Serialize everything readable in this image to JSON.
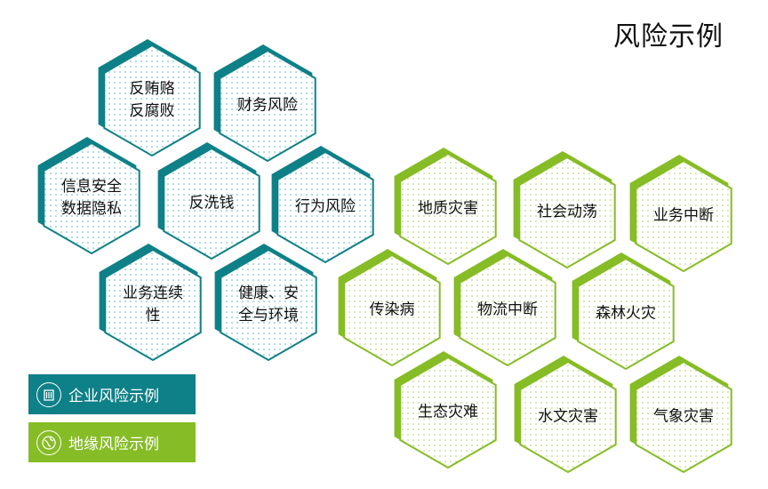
{
  "title": "风险示例",
  "colors": {
    "enterprise": "#0e8088",
    "geo": "#86bc25"
  },
  "legend": [
    {
      "label": "企业风险示例",
      "icon": "building-icon",
      "group": "enterprise"
    },
    {
      "label": "地缘风险示例",
      "icon": "globe-icon",
      "group": "geo"
    }
  ],
  "hexes": [
    {
      "label": "反贿赂\n反腐败",
      "group": "enterprise"
    },
    {
      "label": "财务风险",
      "group": "enterprise"
    },
    {
      "label": "信息安全\n数据隐私",
      "group": "enterprise"
    },
    {
      "label": "反洗钱",
      "group": "enterprise"
    },
    {
      "label": "行为风险",
      "group": "enterprise"
    },
    {
      "label": "业务连续\n性",
      "group": "enterprise"
    },
    {
      "label": "健康、安\n全与环境",
      "group": "enterprise"
    },
    {
      "label": "地质灾害",
      "group": "geo"
    },
    {
      "label": "社会动荡",
      "group": "geo"
    },
    {
      "label": "业务中断",
      "group": "geo"
    },
    {
      "label": "传染病",
      "group": "geo"
    },
    {
      "label": "物流中断",
      "group": "geo"
    },
    {
      "label": "森林火灾",
      "group": "geo"
    },
    {
      "label": "生态灾难",
      "group": "geo"
    },
    {
      "label": "水文灾害",
      "group": "geo"
    },
    {
      "label": "气象灾害",
      "group": "geo"
    }
  ]
}
